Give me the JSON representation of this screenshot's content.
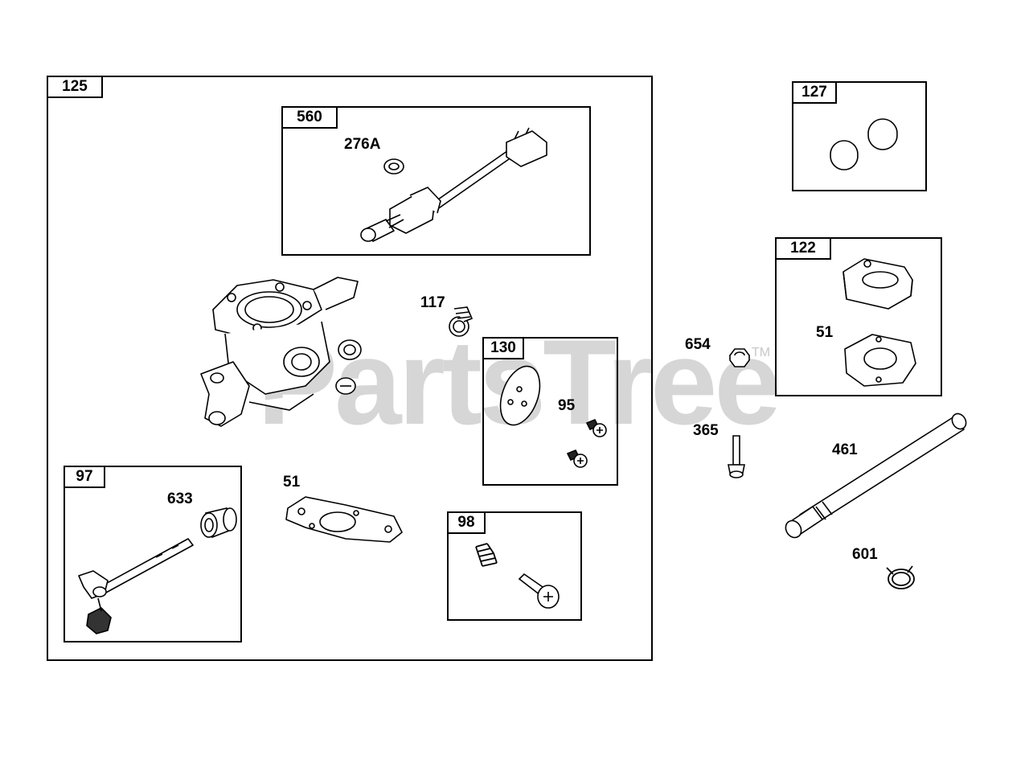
{
  "watermark": {
    "text": "PartsTree",
    "tm": "TM"
  },
  "groups": {
    "g125": "125",
    "g560": "560",
    "g130": "130",
    "g97": "97",
    "g98": "98",
    "g127": "127",
    "g122": "122"
  },
  "labels": {
    "l276a": "276A",
    "l117": "117",
    "l95": "95",
    "l633": "633",
    "l51a": "51",
    "l654": "654",
    "l51b": "51",
    "l365": "365",
    "l461": "461",
    "l601": "601"
  }
}
